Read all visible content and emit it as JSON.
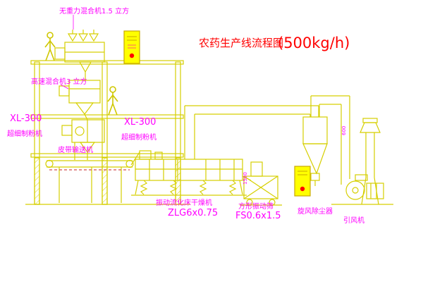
{
  "title": {
    "cn": "农药生产线流程图",
    "capacity": "(500kg/h)"
  },
  "labels": {
    "mixer_top": "无重力混合机1.5 立方",
    "mixer_mid": "高速混合机3 立方",
    "mill_left_model": "XL-300",
    "mill_left_name": "超细制粉机",
    "mill_center_model": "XL-300",
    "mill_center_name": "超细制粉机",
    "conveyor": "皮带输送机",
    "dryer": "振动流化床干燥机",
    "dryer_model": "ZLG6x0.75",
    "screen": "方形振动筛",
    "screen_model": "FS0.6x1.5",
    "cyclone": "旋风除尘器",
    "fan": "引风机",
    "dim_feed": "1500",
    "dim_duct": "600"
  },
  "colors": {
    "line": "#d6cf00",
    "label": "#ff00ff",
    "title": "#ff0000",
    "cabinet_fill": "#ffff00",
    "indicator": "#ff0000"
  }
}
